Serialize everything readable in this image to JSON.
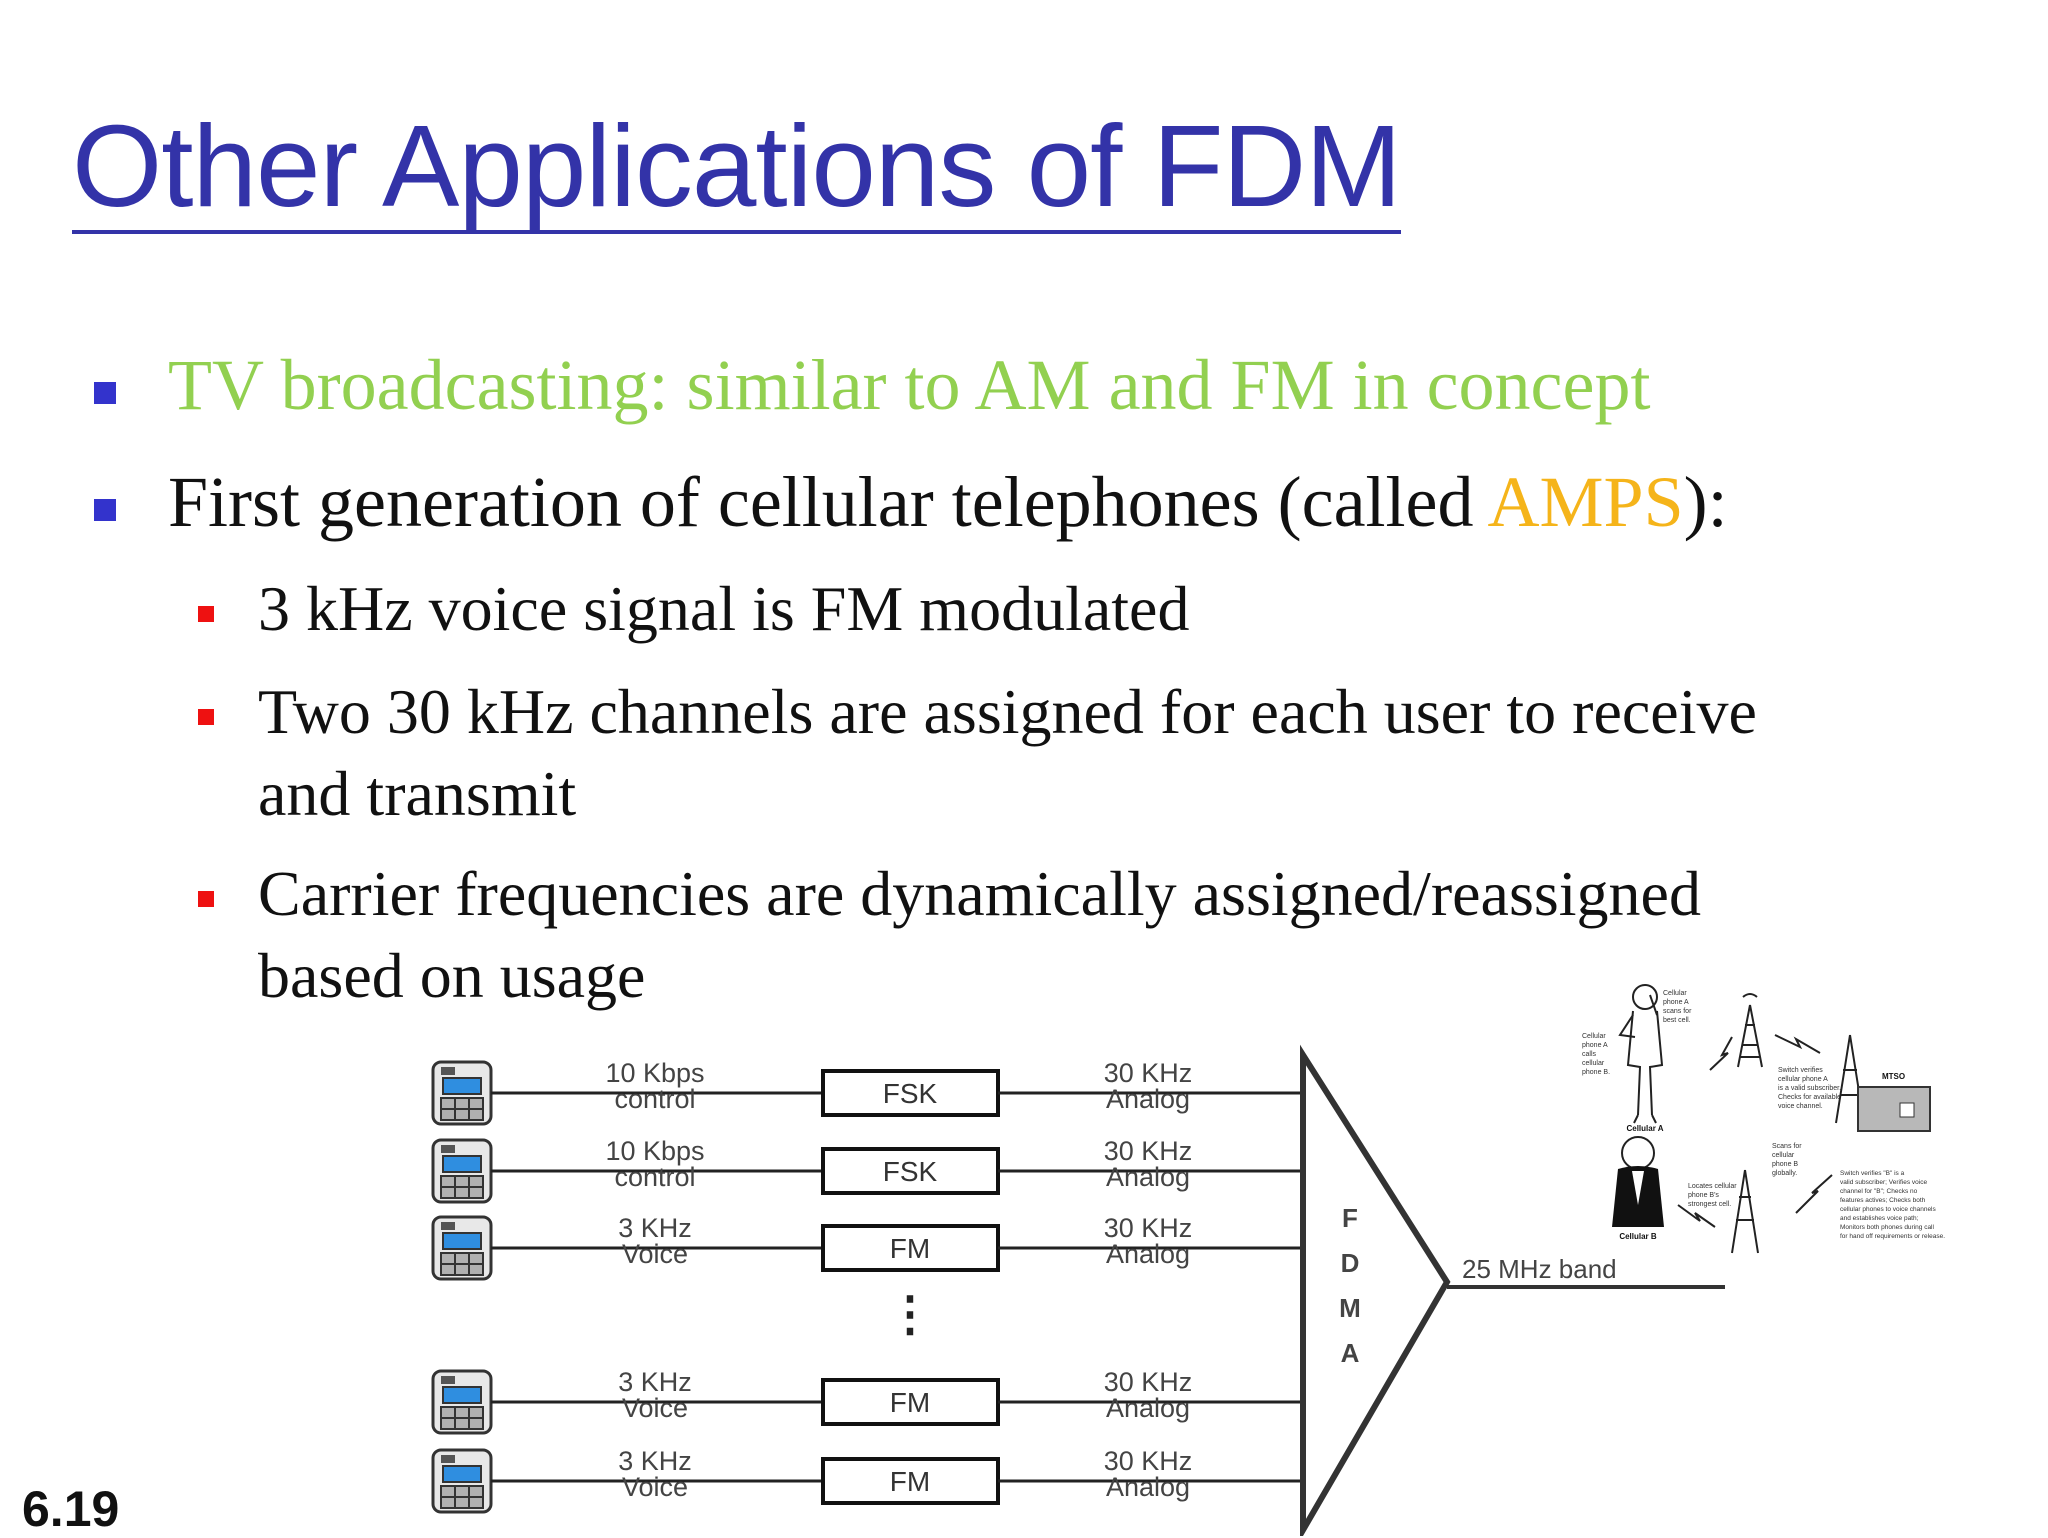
{
  "slide": {
    "title": "Other Applications of FDM",
    "page_number": "6.19",
    "bullets": {
      "tv": "TV broadcasting: similar to AM and FM in concept",
      "cell_prefix": "First generation of cellular telephones (called ",
      "cell_amps": "AMPS",
      "cell_suffix": "):",
      "sub1": "3 kHz voice signal is FM modulated",
      "sub2_line1": "Two 30 kHz channels are assigned for each user to receive",
      "sub2_line2": "and transmit",
      "sub3_line1": "Carrier frequencies are dynamically assigned/reassigned",
      "sub3_line2": "based on usage"
    },
    "colors": {
      "title": "#3333a8",
      "tv_bullet_text": "#92d050",
      "amps": "#f5b41a",
      "level1_marker": "#3333cc",
      "level2_marker": "#ee1111"
    }
  },
  "fdma_diagram": {
    "channels": [
      {
        "input_line1": "10 Kbps",
        "input_line2": "control",
        "modulator": "FSK",
        "output_line1": "30 KHz",
        "output_line2": "Analog"
      },
      {
        "input_line1": "10 Kbps",
        "input_line2": "control",
        "modulator": "FSK",
        "output_line1": "30 KHz",
        "output_line2": "Analog"
      },
      {
        "input_line1": "3 KHz",
        "input_line2": "Voice",
        "modulator": "FM",
        "output_line1": "30 KHz",
        "output_line2": "Analog"
      },
      {
        "input_line1": "3 KHz",
        "input_line2": "Voice",
        "modulator": "FM",
        "output_line1": "30 KHz",
        "output_line2": "Analog"
      },
      {
        "input_line1": "3 KHz",
        "input_line2": "Voice",
        "modulator": "FM",
        "output_line1": "30 KHz",
        "output_line2": "Analog"
      }
    ],
    "ellipsis": "⋮",
    "mux_letters": [
      "F",
      "D",
      "M",
      "A"
    ],
    "output_band": "25 MHz band",
    "icons": [
      "cell-phone-icon",
      "cell-tower-icon",
      "building-icon",
      "person-on-phone-icon"
    ]
  },
  "cellular_illustration": {
    "caption_a": "Cellular A",
    "caption_b": "Cellular B",
    "mtso": "MTSO",
    "phone_a_calls": [
      "Cellular",
      "phone A",
      "calls",
      "cellular",
      "phone B."
    ],
    "phone_a_scans": [
      "Cellular",
      "phone A",
      "scans for",
      "best cell."
    ],
    "switch_verifies_a": [
      "Switch verifies",
      "cellular phone A",
      "is a valid subscriber.",
      "Checks for available",
      "voice channel."
    ],
    "scans_for_b": [
      "Scans for",
      "cellular",
      "phone B",
      "globally."
    ],
    "locates_b": [
      "Locates cellular",
      "phone B's",
      "strongest cell."
    ],
    "switch_verifies_b": [
      "Switch verifies \"B\" is a",
      "valid subscriber; Verifies voice",
      "channel for \"B\"; Checks no",
      "features actives; Checks both",
      "cellular phones to voice channels",
      "and establishes voice path;",
      "Monitors both phones during call",
      "for hand off requirements or release."
    ]
  }
}
